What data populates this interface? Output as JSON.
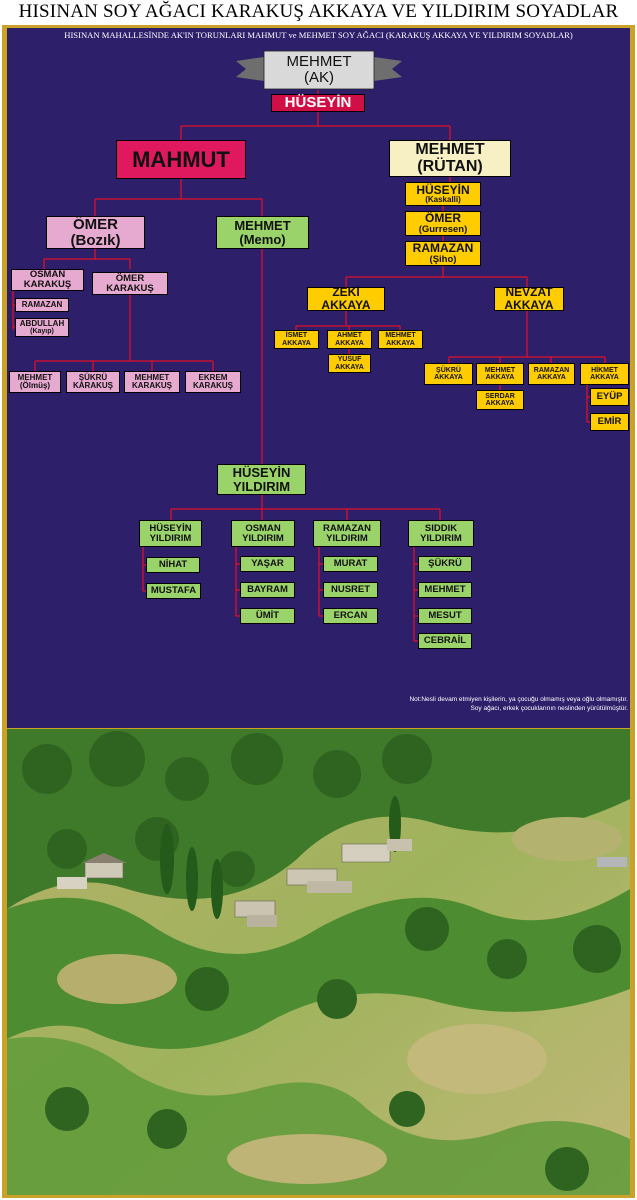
{
  "title": "HISINAN SOY AĞACI KARAKUŞ AKKAYA VE YILDIRIM SOYADLAR",
  "subtitle": "HISINAN MAHALLESİNDE AK'IN TORUNLARI MAHMUT ve MEHMET SOY AĞACI (KARAKUŞ AKKAYA VE YILDIRIM SOYADLAR)",
  "root": {
    "line1": "MEHMET",
    "line2": "(AK)"
  },
  "huseyin_root": "HÜSEYİN",
  "mahmut": "MAHMUT",
  "mehmet_rutan": {
    "line1": "MEHMET",
    "line2": "(RÜTAN)"
  },
  "rutan_chain": [
    {
      "line1": "HÜSEYİN",
      "line2": "(Kaskalli)"
    },
    {
      "line1": "ÖMER",
      "line2": "(Gurresen)"
    },
    {
      "line1": "RAMAZAN",
      "line2": "(Şiho)"
    }
  ],
  "zeki": {
    "line1": "ZEKİ",
    "line2": "AKKAYA"
  },
  "nevzat": {
    "line1": "NEVZAT",
    "line2": "AKKAYA"
  },
  "zeki_children": [
    {
      "line1": "İSMET",
      "line2": "AKKAYA"
    },
    {
      "line1": "AHMET",
      "line2": "AKKAYA"
    },
    {
      "line1": "MEHMET",
      "line2": "AKKAYA"
    }
  ],
  "yusuf": {
    "line1": "YUSUF",
    "line2": "AKKAYA"
  },
  "nevzat_children": [
    {
      "line1": "ŞÜKRÜ",
      "line2": "AKKAYA"
    },
    {
      "line1": "MEHMET",
      "line2": "AKKAYA"
    },
    {
      "line1": "RAMAZAN",
      "line2": "AKKAYA"
    },
    {
      "line1": "HİKMET",
      "line2": "AKKAYA"
    }
  ],
  "serdar": {
    "line1": "SERDAR",
    "line2": "AKKAYA"
  },
  "hikmet_children": [
    "EYÜP",
    "EMİR"
  ],
  "omer_bozik": {
    "line1": "ÖMER",
    "line2": "(Bozık)"
  },
  "mehmet_memo": {
    "line1": "MEHMET",
    "line2": "(Memo)"
  },
  "osman_karakus": {
    "line1": "OSMAN",
    "line2": "KARAKUŞ"
  },
  "omer_karakus": {
    "line1": "ÖMER",
    "line2": "KARAKUŞ"
  },
  "osman_children": [
    {
      "line1": "RAMAZAN",
      "line2": ""
    },
    {
      "line1": "ABDULLAH",
      "line2": "(Kayıp)"
    }
  ],
  "omer_children": [
    {
      "line1": "MEHMET",
      "line2": "(Ölmüş)"
    },
    {
      "line1": "ŞÜKRÜ",
      "line2": "KARAKUŞ"
    },
    {
      "line1": "MEHMET",
      "line2": "KARAKUŞ"
    },
    {
      "line1": "EKREM",
      "line2": "KARAKUŞ"
    }
  ],
  "huseyin_yildirim": {
    "line1": "HÜSEYİN",
    "line2": "YILDIRIM"
  },
  "yildirim_sons": [
    {
      "line1": "HÜSEYİN",
      "line2": "YILDIRIM",
      "children": [
        "NİHAT",
        "MUSTAFA"
      ]
    },
    {
      "line1": "OSMAN",
      "line2": "YILDIRIM",
      "children": [
        "YAŞAR",
        "BAYRAM",
        "ÜMİT"
      ]
    },
    {
      "line1": "RAMAZAN",
      "line2": "YILDIRIM",
      "children": [
        "MURAT",
        "NUSRET",
        "ERCAN"
      ]
    },
    {
      "line1": "SIDDIK",
      "line2": "YILDIRIM",
      "children": [
        "ŞÜKRÜ",
        "MEHMET",
        "MESUT",
        "CEBRAİL"
      ]
    }
  ],
  "note": {
    "line1": "Not:Nesli devam etmiyen kişilerin, ya çocuğu olmamış veya oğlu olmamıştır.",
    "line2": "Soy ağacı, erkek çocuklarının neslinden yürütülmüştür."
  },
  "colors": {
    "panel": "#2e1f6b",
    "frame": "#c9a227",
    "line": "#e0102a",
    "pink": "#e6a9cf",
    "green": "#9bd36b",
    "yellow": "#ffcc00",
    "cream": "#f6f0c4",
    "magenta": "#e0195e"
  }
}
